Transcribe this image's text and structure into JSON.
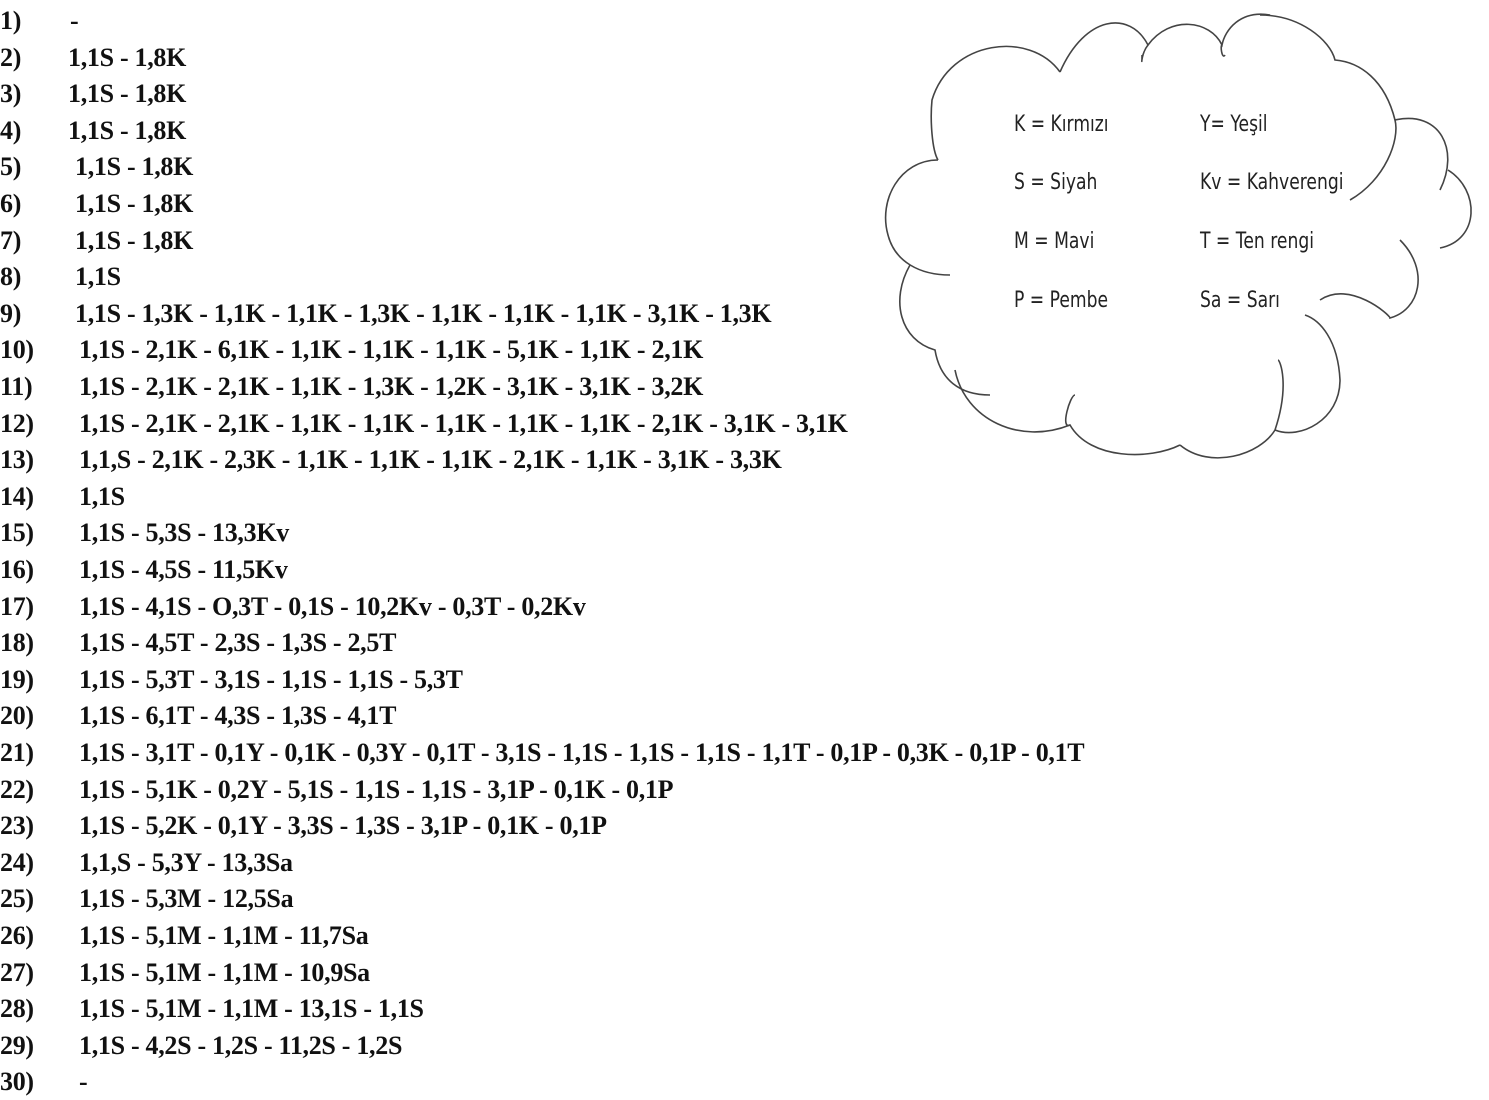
{
  "rows": [
    {
      "num": "1)",
      "value": "-"
    },
    {
      "num": "2)",
      "value": "1,1S - 1,8K"
    },
    {
      "num": "3)",
      "value": "1,1S - 1,8K"
    },
    {
      "num": "4)",
      "value": "1,1S - 1,8K"
    },
    {
      "num": "5)",
      "value": "1,1S - 1,8K"
    },
    {
      "num": "6)",
      "value": "1,1S - 1,8K"
    },
    {
      "num": "7)",
      "value": "1,1S - 1,8K"
    },
    {
      "num": "8)",
      "value": "1,1S"
    },
    {
      "num": "9)",
      "value": "1,1S - 1,3K - 1,1K - 1,1K - 1,3K - 1,1K - 1,1K - 1,1K - 3,1K - 1,3K"
    },
    {
      "num": "10)",
      "value": "1,1S - 2,1K - 6,1K - 1,1K - 1,1K - 1,1K - 5,1K - 1,1K - 2,1K"
    },
    {
      "num": "11)",
      "value": "1,1S - 2,1K - 2,1K - 1,1K - 1,3K - 1,2K - 3,1K - 3,1K - 3,2K"
    },
    {
      "num": "12)",
      "value": "1,1S - 2,1K - 2,1K - 1,1K - 1,1K - 1,1K - 1,1K - 1,1K - 2,1K - 3,1K - 3,1K"
    },
    {
      "num": "13)",
      "value": "1,1,S - 2,1K - 2,3K - 1,1K - 1,1K - 1,1K - 2,1K - 1,1K - 3,1K - 3,3K"
    },
    {
      "num": "14)",
      "value": "1,1S"
    },
    {
      "num": "15)",
      "value": "1,1S - 5,3S - 13,3Kv"
    },
    {
      "num": "16)",
      "value": "1,1S - 4,5S - 11,5Kv"
    },
    {
      "num": "17)",
      "value": "1,1S - 4,1S - O,3T - 0,1S - 10,2Kv - 0,3T - 0,2Kv"
    },
    {
      "num": "18)",
      "value": "1,1S - 4,5T - 2,3S - 1,3S - 2,5T"
    },
    {
      "num": "19)",
      "value": "1,1S - 5,3T - 3,1S - 1,1S - 1,1S - 5,3T"
    },
    {
      "num": "20)",
      "value": "1,1S - 6,1T - 4,3S - 1,3S - 4,1T"
    },
    {
      "num": "21)",
      "value": "1,1S - 3,1T - 0,1Y - 0,1K - 0,3Y - 0,1T - 3,1S - 1,1S - 1,1S - 1,1S - 1,1T - 0,1P - 0,3K - 0,1P - 0,1T"
    },
    {
      "num": "22)",
      "value": "1,1S - 5,1K - 0,2Y - 5,1S - 1,1S - 1,1S - 3,1P - 0,1K - 0,1P"
    },
    {
      "num": "23)",
      "value": "1,1S - 5,2K - 0,1Y - 3,3S - 1,3S - 3,1P - 0,1K - 0,1P"
    },
    {
      "num": "24)",
      "value": "1,1,S - 5,3Y - 13,3Sa"
    },
    {
      "num": "25)",
      "value": "1,1S - 5,3M - 12,5Sa"
    },
    {
      "num": "26)",
      "value": "1,1S - 5,1M - 1,1M - 11,7Sa"
    },
    {
      "num": "27)",
      "value": "1,1S - 5,1M - 1,1M - 10,9Sa"
    },
    {
      "num": "28)",
      "value": "1,1S - 5,1M - 1,1M - 13,1S - 1,1S"
    },
    {
      "num": "29)",
      "value": "1,1S - 4,2S - 1,2S - 11,2S - 1,2S"
    },
    {
      "num": "30)",
      "value": "-"
    }
  ],
  "legend": {
    "left": [
      "K = Kırmızı",
      "S = Siyah",
      "M = Mavi",
      "P = Pembe"
    ],
    "right": [
      "Y= Yeşil",
      "Kv = Kahverengi",
      "T = Ten rengi",
      "Sa = Sarı"
    ]
  }
}
